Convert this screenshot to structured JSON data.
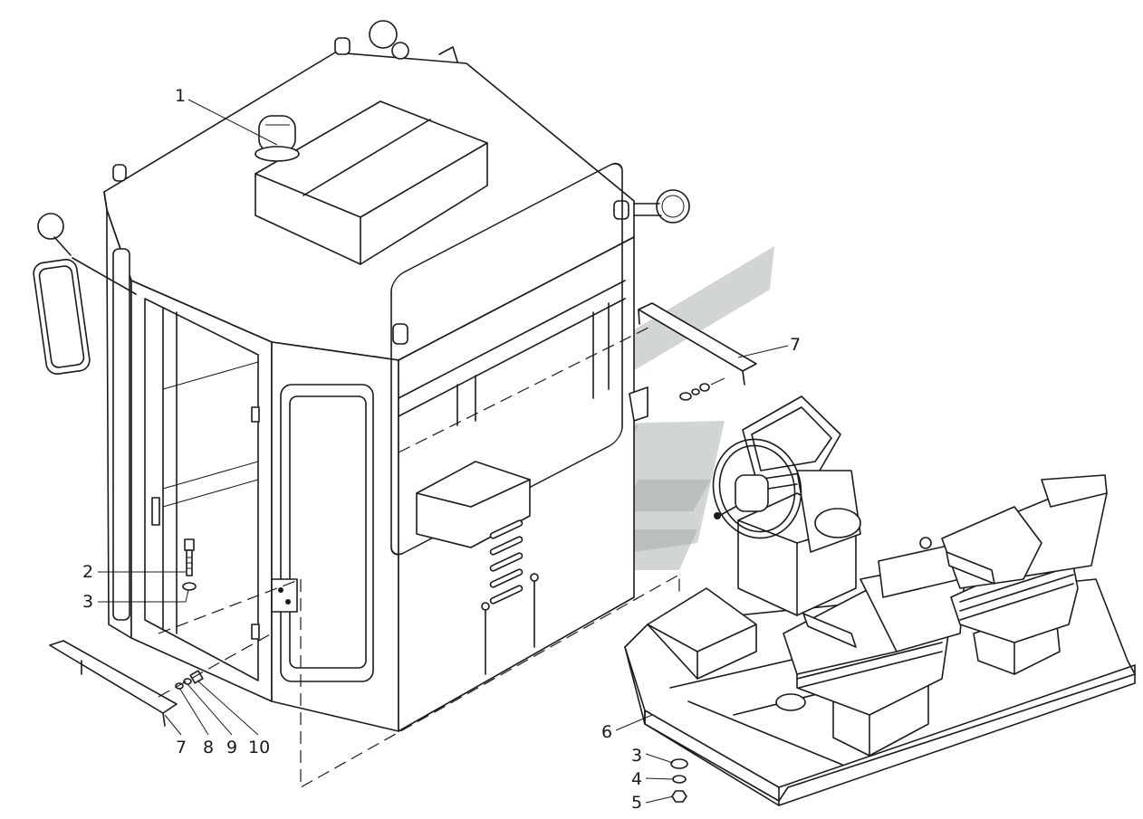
{
  "callouts": [
    {
      "id": "c1",
      "text": "1"
    },
    {
      "id": "c2",
      "text": "2"
    },
    {
      "id": "c3a",
      "text": "3"
    },
    {
      "id": "c7a",
      "text": "7"
    },
    {
      "id": "c6",
      "text": "6"
    },
    {
      "id": "c3b",
      "text": "3"
    },
    {
      "id": "c4",
      "text": "4"
    },
    {
      "id": "c5",
      "text": "5"
    },
    {
      "id": "c7b",
      "text": "7"
    },
    {
      "id": "c8",
      "text": "8"
    },
    {
      "id": "c9",
      "text": "9"
    },
    {
      "id": "c10",
      "text": "10"
    }
  ],
  "colors": {
    "line": "#1a1a1a",
    "watermark": "#9aa39f",
    "background": "#ffffff"
  },
  "watermark_icon": "chevron-logo-watermark"
}
